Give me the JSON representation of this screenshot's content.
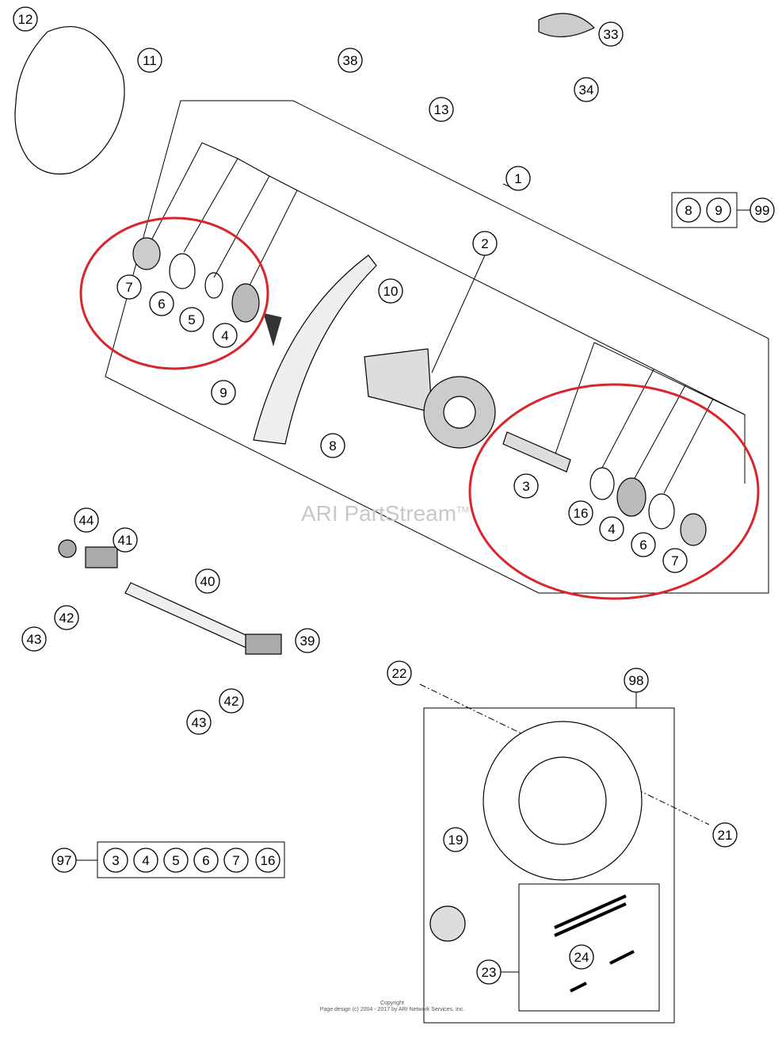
{
  "watermark": {
    "text": "ARI PartStream",
    "tm": "TM"
  },
  "copyright": {
    "line1": "Copyright",
    "line2": "Page design (c) 2004 - 2017 by ARI Network Services, Inc."
  },
  "callouts": [
    "12",
    "11",
    "38",
    "33",
    "34",
    "13",
    "1",
    "8",
    "9",
    "99",
    "2",
    "10",
    "7",
    "6",
    "5",
    "4",
    "9",
    "8",
    "3",
    "16",
    "4",
    "6",
    "7",
    "44",
    "41",
    "40",
    "42",
    "43",
    "39",
    "42",
    "43",
    "22",
    "98",
    "21",
    "19",
    "97",
    "3",
    "4",
    "5",
    "6",
    "7",
    "16",
    "24",
    "23"
  ],
  "colors": {
    "highlight": "#d9262b",
    "line": "#000000"
  }
}
